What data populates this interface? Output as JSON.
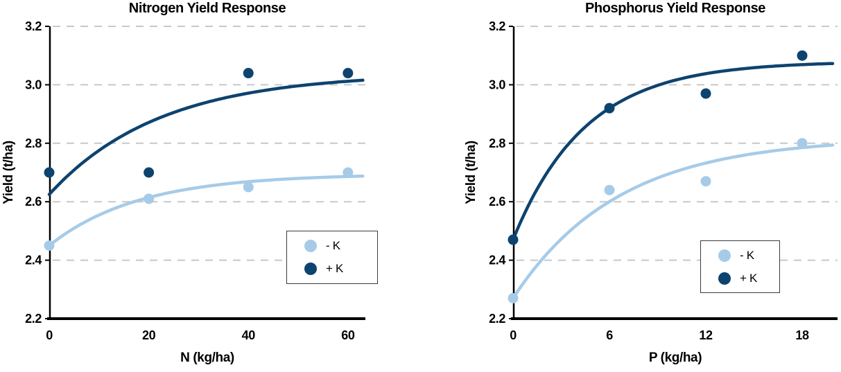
{
  "colors": {
    "series_light": "#a6cbe8",
    "series_dark": "#0d436f",
    "grid": "#c8c8c8",
    "axis": "#000000",
    "legend_border": "#3a3a3a",
    "background": "#ffffff"
  },
  "chart_data": [
    {
      "type": "scatter",
      "title": "Nitrogen Yield Response",
      "xlabel": "N (kg/ha)",
      "ylabel": "Yield (t/ha)",
      "xlim": [
        0,
        63.5
      ],
      "ylim": [
        2.2,
        3.2
      ],
      "xticks": [
        0,
        20,
        40,
        60
      ],
      "xtick_labels": [
        "0",
        "20",
        "40",
        "60"
      ],
      "yticks": [
        2.2,
        2.4,
        2.6,
        2.8,
        3.0,
        3.2
      ],
      "ytick_labels": [
        "2.2",
        "2.4",
        "2.6",
        "2.8",
        "3.0",
        "3.2"
      ],
      "grid": "horizontal-dashed",
      "legend_position": "lower-right",
      "series": [
        {
          "name": "- K",
          "color": "light",
          "points": [
            [
              0,
              2.45
            ],
            [
              20,
              2.61
            ],
            [
              40,
              2.65
            ],
            [
              60,
              2.7
            ]
          ],
          "trend": {
            "model": "y = a - b*exp(-c*x)",
            "a": 2.695,
            "b": 0.245,
            "c": 0.0556,
            "x_end": 63
          }
        },
        {
          "name": "+ K",
          "color": "dark",
          "points": [
            [
              0,
              2.7
            ],
            [
              20,
              2.7
            ],
            [
              40,
              3.04
            ],
            [
              60,
              3.04
            ]
          ],
          "trend": {
            "model": "y = a - b*exp(-c*x)",
            "a": 3.04,
            "b": 0.415,
            "c": 0.045,
            "x_end": 63
          }
        }
      ]
    },
    {
      "type": "scatter",
      "title": "Phosphorus Yield Response",
      "xlabel": "P (kg/ha)",
      "ylabel": "Yield (t/ha)",
      "xlim": [
        0,
        20.2
      ],
      "ylim": [
        2.2,
        3.2
      ],
      "xticks": [
        0,
        6,
        12,
        18
      ],
      "xtick_labels": [
        "0",
        "6",
        "12",
        "18"
      ],
      "yticks": [
        2.2,
        2.4,
        2.6,
        2.8,
        3.0,
        3.2
      ],
      "ytick_labels": [
        "2.2",
        "2.4",
        "2.6",
        "2.8",
        "3.0",
        "3.2"
      ],
      "grid": "horizontal-dashed",
      "legend_position": "lower-right",
      "series": [
        {
          "name": "- K",
          "color": "light",
          "points": [
            [
              0,
              2.27
            ],
            [
              6,
              2.64
            ],
            [
              12,
              2.67
            ],
            [
              18,
              2.8
            ]
          ],
          "trend": {
            "model": "y = a - b*exp(-c*x)",
            "a": 2.82,
            "b": 0.55,
            "c": 0.153,
            "x_end": 19.9
          }
        },
        {
          "name": "+ K",
          "color": "dark",
          "points": [
            [
              0,
              2.47
            ],
            [
              6,
              2.92
            ],
            [
              12,
              2.97
            ],
            [
              18,
              3.1
            ]
          ],
          "trend": {
            "model": "y = a - b*exp(-c*x)",
            "a": 3.08,
            "b": 0.61,
            "c": 0.223,
            "x_end": 19.9
          }
        }
      ]
    }
  ]
}
